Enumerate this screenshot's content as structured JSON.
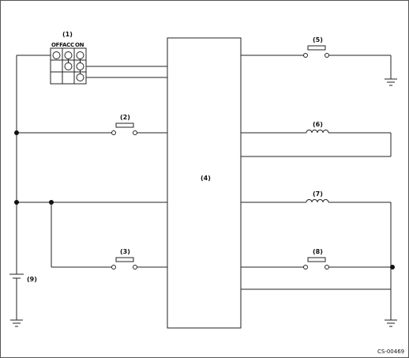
{
  "labels": {
    "ignition_switch": "(1)",
    "switch_2": "(2)",
    "switch_3": "(3)",
    "control_unit": "(4)",
    "switch_5": "(5)",
    "coil_6": "(6)",
    "coil_7": "(7)",
    "switch_8": "(8)",
    "battery": "(9)"
  },
  "ignition_positions": [
    "OFF",
    "ACC",
    "ON"
  ],
  "figure_code": "CS-00469",
  "colors": {
    "line": "#222222",
    "background": "#ffffff",
    "border": "#555555"
  }
}
